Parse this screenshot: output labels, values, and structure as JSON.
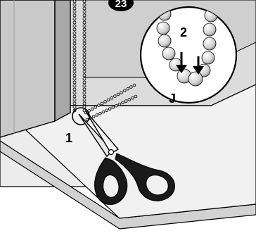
{
  "step_badge": "23",
  "labels": {
    "cut_point": "1",
    "detail_step": "2",
    "connector": "J"
  },
  "colors": {
    "outline": "#000000",
    "wall": "#d9d9d9",
    "wall_shade": "#bdbdbd",
    "floor": "#ececec",
    "floor_edge": "#cfcfcf",
    "chain_bead": "#f2f2f2",
    "scissor_handle": "#1a1a1a",
    "blade": "#e6e6e6",
    "detail_circle": "#ffffff"
  },
  "icons": [
    "scissors-icon",
    "arrow-down-icon",
    "ball-chain-connector-icon"
  ]
}
